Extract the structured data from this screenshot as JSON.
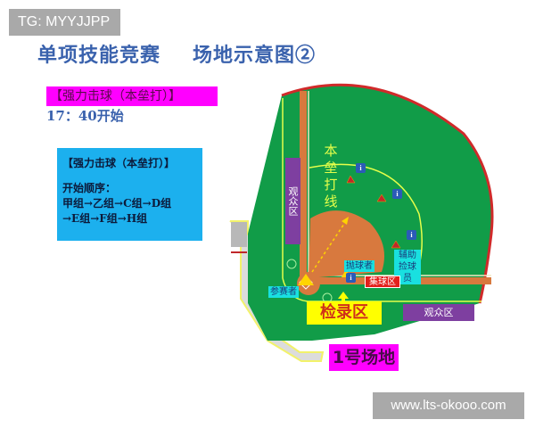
{
  "watermarks": {
    "top": "TG: MYYJJPP",
    "bottom": "www.lts-okooo.com"
  },
  "header": {
    "title_left": "单项技能竞赛",
    "title_right": "场地示意图②"
  },
  "event": {
    "tag": "【强力击球（本垒打）】",
    "start_time": "17：40开始"
  },
  "order_box": {
    "title": "【强力击球（本垒打）】",
    "label": "开始顺序：",
    "line1": "甲组→乙组→C组→D组",
    "line2": "→E组→F组→H组"
  },
  "field": {
    "home_run_line": "本垒打线",
    "audience_left": "观众区",
    "audience_bottom": "观众区",
    "pitcher": "抛球者",
    "participant": "参赛者",
    "assistant": "辅助捡球员",
    "collect_zone": "集球区",
    "checkin_zone": "检录区",
    "field_name": "1号场地",
    "info_icon_glyph": "i"
  },
  "colors": {
    "grass": "#119c48",
    "dirt": "#d8793e",
    "outfield_wall": "#d02a2a",
    "line": "#e6ff4a",
    "audience": "#7e3fa0",
    "title": "#3a62ad",
    "magenta": "#ff00ff",
    "cyan_box": "#1cb0ee"
  }
}
